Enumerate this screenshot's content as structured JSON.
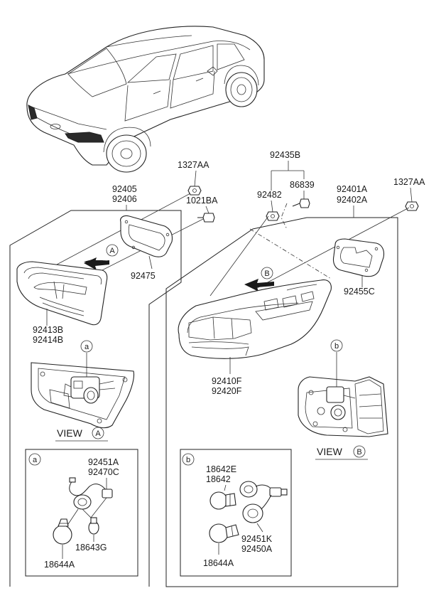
{
  "labels": {
    "p1327AA_left": "1327AA",
    "p92405": "92405",
    "p92406": "92406",
    "p1021BA": "1021BA",
    "p92475": "92475",
    "p92413B": "92413B",
    "p92414B": "92414B",
    "p92435B": "92435B",
    "p92482": "92482",
    "p86839": "86839",
    "p92401A": "92401A",
    "p92402A": "92402A",
    "p1327AA_right": "1327AA",
    "p92455C": "92455C",
    "p92410F": "92410F",
    "p92420F": "92420F",
    "p92451A": "92451A",
    "p92470C": "92470C",
    "p18643G": "18643G",
    "p18644A_left": "18644A",
    "p18642E": "18642E",
    "p18642": "18642",
    "p92451K": "92451K",
    "p92450A": "92450A",
    "p18644A_right": "18644A"
  },
  "callouts": {
    "A_arrow": "A",
    "B_arrow": "B",
    "a_view": "a",
    "b_view": "b",
    "a_box": "a",
    "b_box": "b",
    "A_view": "A",
    "B_view": "B"
  },
  "views": {
    "view_left": "VIEW",
    "view_right": "VIEW"
  }
}
